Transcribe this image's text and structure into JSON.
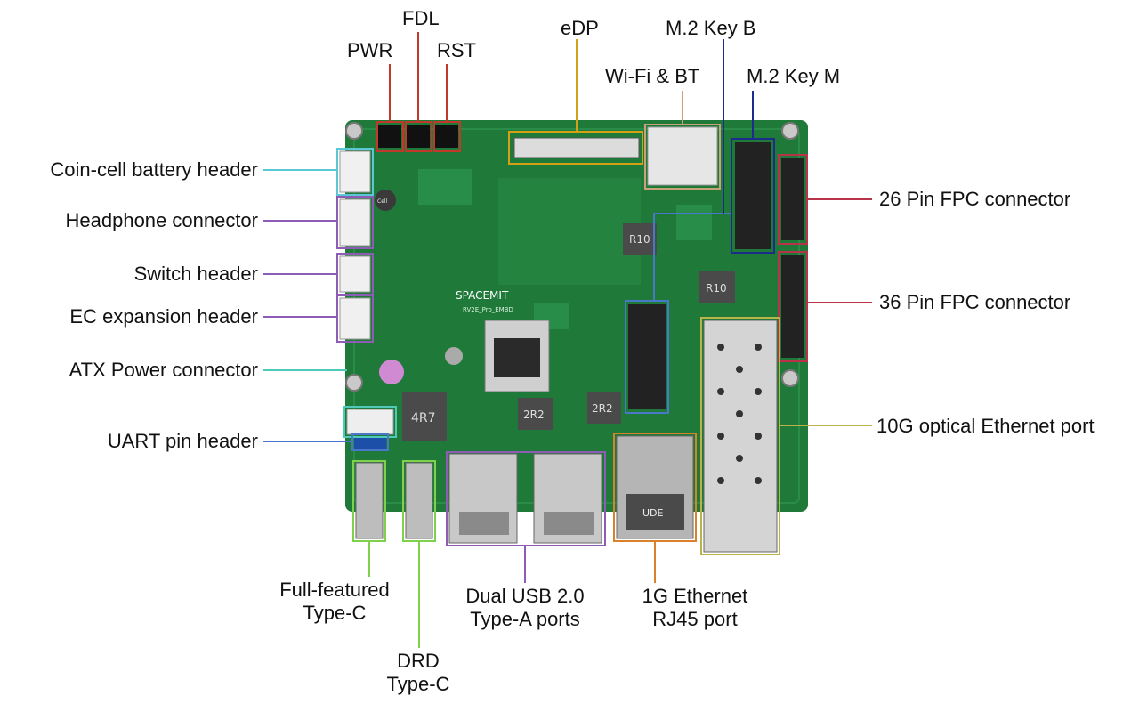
{
  "colors": {
    "pcb": "#1f7a3a",
    "pcb_dark": "#165e2c",
    "line_red": "#c0392b",
    "line_orange": "#d9822b",
    "line_gold": "#d4a017",
    "line_cyan": "#5bc8d6",
    "line_purple": "#8e5bb5",
    "line_teal": "#4fc9b8",
    "line_blue": "#4a78c9",
    "line_navy": "#1c2b8c",
    "line_green": "#7fd14b",
    "line_olive": "#b9b34a",
    "line_crimson": "#b8324a",
    "line_tan": "#c9a27a"
  },
  "board": {
    "brand": "SPACEMIT",
    "model": "RV2E_Pro_EMBD",
    "chips": {
      "inductor_large": "4R7",
      "inductor_1": "2R2",
      "inductor_2": "2R2",
      "inductor_top": "R10",
      "inductor_mid": "R10",
      "rj45_mark": "UDE",
      "cap_mark": "Cell"
    }
  },
  "labels": {
    "pwr": "PWR",
    "fdl": "FDL",
    "rst": "RST",
    "edp": "eDP",
    "m2_key_b": "M.2 Key B",
    "wifi_bt": "Wi-Fi & BT",
    "m2_key_m": "M.2 Key M",
    "coin_cell": "Coin-cell battery header",
    "headphone": "Headphone connector",
    "switch_header": "Switch header",
    "ec_expansion": "EC expansion header",
    "atx_power": "ATX Power connector",
    "uart": "UART pin header",
    "fpc26": "26 Pin FPC connector",
    "fpc36": "36 Pin FPC connector",
    "optical_10g": "10G optical Ethernet port",
    "typec_full": "Full-featured\nType-C",
    "usb_dual": "Dual USB 2.0\nType-A ports",
    "rj45_1g": "1G Ethernet\nRJ45 port",
    "typec_drd": "DRD\nType-C"
  }
}
